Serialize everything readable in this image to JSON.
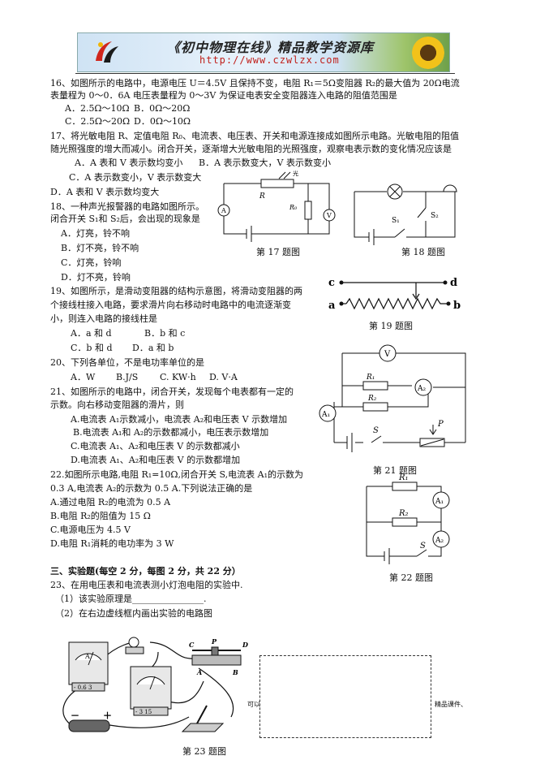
{
  "banner": {
    "title": "《初中物理在线》精品教学资源库",
    "url": "http://www.czwlzx.com"
  },
  "q16": {
    "line1": "16、如图所示的电路中，电源电压 U＝4.5V 且保持不变，电阻 R₁＝5Ω变阻器 R₂的最大值为 20Ω电流",
    "line2": "表量程为 0～0．6A 电压表量程为 0～3V 为保证电表安全变阻器连入电路的阻值范围是",
    "optA": "A．2.5Ω～10Ω",
    "optB": "B．0Ω～20Ω",
    "optC": "C．2.5Ω～20Ω",
    "optD": "D．0Ω～10Ω"
  },
  "q17": {
    "line1": "17、将光敏电阻 R、定值电阻 R₀、电流表、电压表、开关和电源连接成如图所示电路。光敏电阻的阻值",
    "line2": "随光照强度的增大而减小。闭合开关，逐渐增大光敏电阻的光照强度，观察电表示数的变化情况应该是",
    "optA": "A．A 表和 V 表示数均变小",
    "optB": "B．A 表示数变大，V 表示数变小",
    "optC": "C．A 表示数变小，V 表示数变大",
    "optD": "D．A 表和 V 表示数均变大",
    "caption": "第 17 题图",
    "labels": {
      "R": "R",
      "light": "光",
      "R0": "R₀",
      "A": "A",
      "V": "V"
    }
  },
  "q18": {
    "line1": "18、一种声光报警器的电路如图所示。",
    "line2": "闭合开关 S₁和 S₂后，会出现的现象是",
    "optA": "A．灯亮，铃不响",
    "optB": "B．灯不亮，铃不响",
    "optC": "C．灯亮，铃响",
    "optD": "D．灯不亮，铃响",
    "caption": "第 18 题图",
    "labels": {
      "S1": "S₁",
      "S2": "S₂"
    }
  },
  "q19": {
    "line1": "19、如图所示，是滑动变阻器的结构示意图，将滑动变阻器的两",
    "line2": "个接线柱接入电路，要求滑片向右移动时电路中的电流逐渐变",
    "line3": "小，则连入电路的接线柱是",
    "optA": "A．a 和 d",
    "optB": "B．b 和 c",
    "optC": "C．b 和 d",
    "optD": "D．a 和 b",
    "caption": "第 19 题图",
    "labels": {
      "a": "a",
      "b": "b",
      "c": "c",
      "d": "d"
    }
  },
  "q20": {
    "line1": "20、下列各单位，不是电功率单位的是",
    "optA": "A．W",
    "optB": "B.J/S",
    "optC": "C. KW·h",
    "optD": "D. V·A"
  },
  "q21": {
    "line1": "21、如图所示的电路中，闭合开关，发现每个电表都有一定的",
    "line2": "示数。向右移动变阻器的滑片，则",
    "optA": "A.电流表 A₁示数减小，电流表 A₂和电压表 V 示数增加",
    "optB": "B.电流表 A₁和 A₂的示数都减小，电压表示数增加",
    "optC": "C.电流表 A₁、A₂和电压表 V 的示数都减小",
    "optD": "D.电流表 A₁、A₂和电压表 V 的示数都增加",
    "caption": "第 21 题图",
    "labels": {
      "V": "V",
      "R1": "R₁",
      "R2": "R₂",
      "A1": "A₁",
      "A2": "A₂",
      "S": "S",
      "P": "P"
    }
  },
  "q22": {
    "line1": "22.如图所示电路,电阻 R₁=10Ω,闭合开关 S,电流表 A₁的示数为",
    "line2": "0.3 A,电流表 A₂的示数为 0.5 A.下列说法正确的是",
    "optA": "A.通过电阻 R₂的电流为 0.5 A",
    "optB": "B.电阻 R₂的阻值为 15 Ω",
    "optC": "C.电源电压为 4.5 V",
    "optD": "D.电阻 R₁消耗的电功率为 3 W",
    "caption": "第 22 题图",
    "labels": {
      "R1": "R₁",
      "R2": "R₂",
      "A1": "A₁",
      "A2": "A₂",
      "S": "S"
    }
  },
  "section3": {
    "heading": "三、实验题(每空 2 分，每图 2 分，共 22 分）"
  },
  "q23": {
    "line1": "23、在用电压表和电流表测小灯泡电阻的实验中.",
    "part1": "（1）该实验原理是",
    "part1_blank": "________________.",
    "part2": "（2）在右边虚线框内画出实验的电路图",
    "caption": "第 23 题图",
    "labels": {
      "C": "C",
      "P": "P",
      "D": "D",
      "A": "A",
      "B": "B",
      "minus": "－",
      "plus": "＋",
      "r063": "- 0.6 3",
      "r315": "- 3 15"
    },
    "bleed_left": "可以",
    "bleed_right": "精品课件、"
  }
}
